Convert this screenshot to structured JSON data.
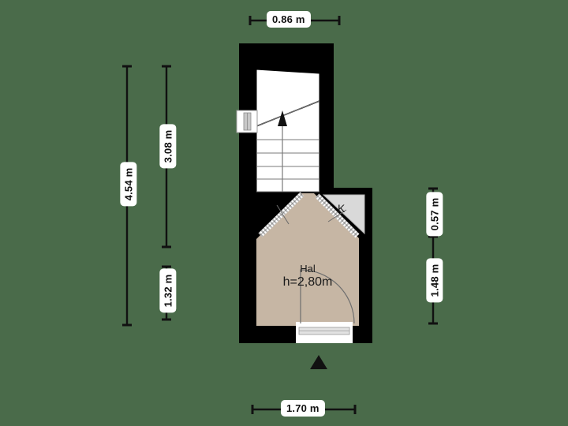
{
  "plan": {
    "type": "floor-plan",
    "background_color": "#4a6b4a",
    "wall_color": "#000000",
    "floor_color": "#c6b6a4",
    "closet_color": "#d9d9d9",
    "stair_color": "#ffffff",
    "rooms": [
      {
        "id": "hal",
        "name": "Hal",
        "height_label": "h=2,80m"
      }
    ],
    "labels": {
      "closet": "K"
    },
    "dimensions": {
      "top": [
        {
          "id": "top-1",
          "value": "0.86 m",
          "orientation": "horizontal"
        }
      ],
      "bottom": [
        {
          "id": "bottom-1",
          "value": "1.70 m",
          "orientation": "horizontal"
        }
      ],
      "left": [
        {
          "id": "left-outer",
          "value": "4.54 m",
          "orientation": "vertical"
        },
        {
          "id": "left-inner-upper",
          "value": "3.08 m",
          "orientation": "vertical"
        },
        {
          "id": "left-inner-lower",
          "value": "1.32 m",
          "orientation": "vertical"
        }
      ],
      "right": [
        {
          "id": "right-upper",
          "value": "0.57 m",
          "orientation": "vertical"
        },
        {
          "id": "right-lower",
          "value": "1.48 m",
          "orientation": "vertical"
        }
      ]
    },
    "features": {
      "staircase": {
        "steps": 6,
        "direction": "up"
      },
      "entry_marker": "triangle",
      "window": "left-wall-window",
      "doors": [
        "entrance-door",
        "diagonal-door-left",
        "diagonal-door-right"
      ]
    }
  }
}
